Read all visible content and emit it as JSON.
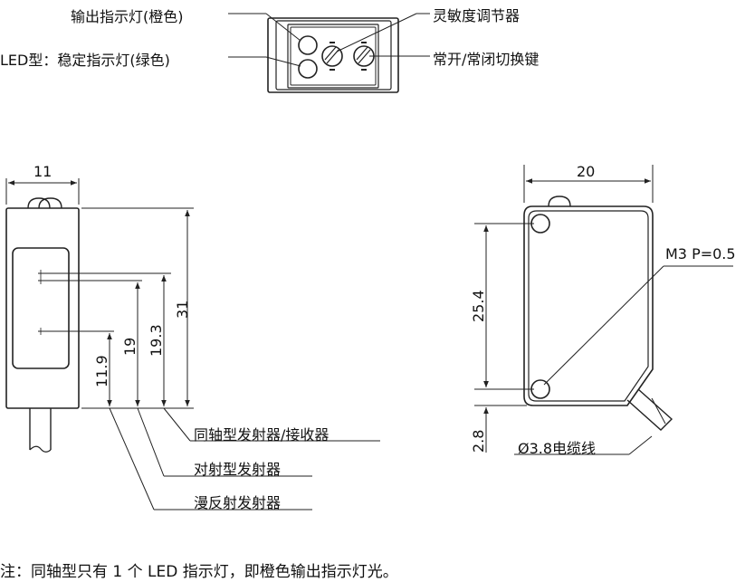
{
  "top_view": {
    "output_indicator": "输出指示灯(橙色)",
    "stability_indicator": "LED型：稳定指示灯(绿色)",
    "sensitivity_adjuster": "灵敏度调节器",
    "no_nc_switch": "常开/常闭切换键"
  },
  "side_view": {
    "width": "11",
    "height_total": "31",
    "h_coax": "19.3",
    "h_thru": "19",
    "h_diffuse": "11.9",
    "label_coax": "同轴型发射器/接收器",
    "label_thru": "对射型发射器",
    "label_diffuse": "漫反射发射器"
  },
  "front_view": {
    "width": "20",
    "hole_pitch": "25.4",
    "bottom_offset": "2.8",
    "thread": "M3 P=0.5",
    "cable": "Ø3.8电缆线"
  },
  "note": "注：同轴型只有 1 个 LED 指示灯，即橙色输出指示灯光。"
}
